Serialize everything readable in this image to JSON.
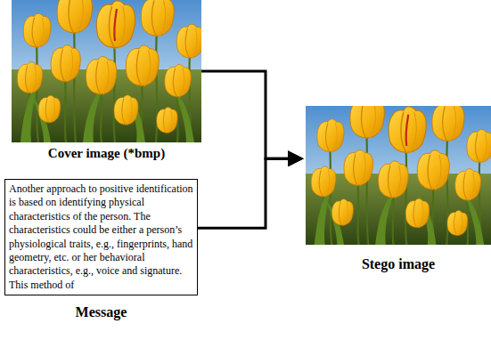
{
  "diagram": {
    "nodes": [
      {
        "text": [
          "Cover image (*bmp)"
        ]
      },
      {
        "text": [
          "Another approach to positive identification is based on identifying physical characteristics of the person. The characteristics could be either a person’s physiological traits, e.g., fingerprints, hand geometry, etc. or her behavioral characteristics, e.g., voice and signature. This method of",
          "Message"
        ]
      },
      {
        "text": [
          "Stego image"
        ]
      }
    ],
    "edges": [
      {
        "from": 0,
        "to": 2,
        "arrow": "to"
      },
      {
        "from": 1,
        "to": 2,
        "arrow": "to"
      }
    ]
  }
}
